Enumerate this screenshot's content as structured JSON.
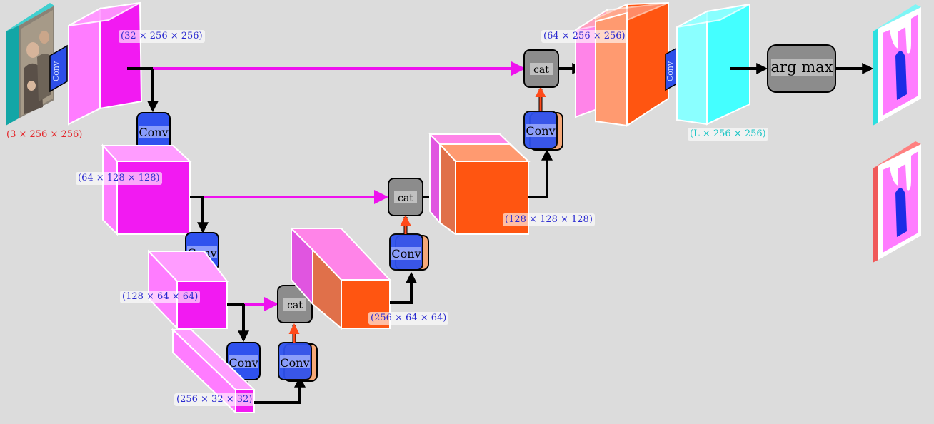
{
  "labels": {
    "input_dim": "(3 × 256 × 256)",
    "enc1_dim": "(32 × 256 × 256)",
    "enc2_dim": "(64 × 128 × 128)",
    "enc3_dim": "(128 × 64 × 64)",
    "enc4_dim": "(256 × 32 × 32)",
    "dec3_dim": "(256 × 64 × 64)",
    "dec2_dim": "(128 × 128 × 128)",
    "dec1_dim": "(64 × 256 × 256)",
    "out_dim": "(L × 256 × 256)"
  },
  "ops": {
    "conv": "Conv",
    "cat": "cat",
    "argmax": "arg max"
  },
  "colors": {
    "encoder": "#f21af2",
    "encoder_side": "#ff7cff",
    "decoder": "#ff5511",
    "decoder_side": "#ff9a70",
    "conv_block": "#2f52ee",
    "cat_block": "#8c8c8c",
    "output": "#44ffff",
    "skip_arrow": "#ee11ee",
    "up_arrow": "#ff4a1a"
  }
}
